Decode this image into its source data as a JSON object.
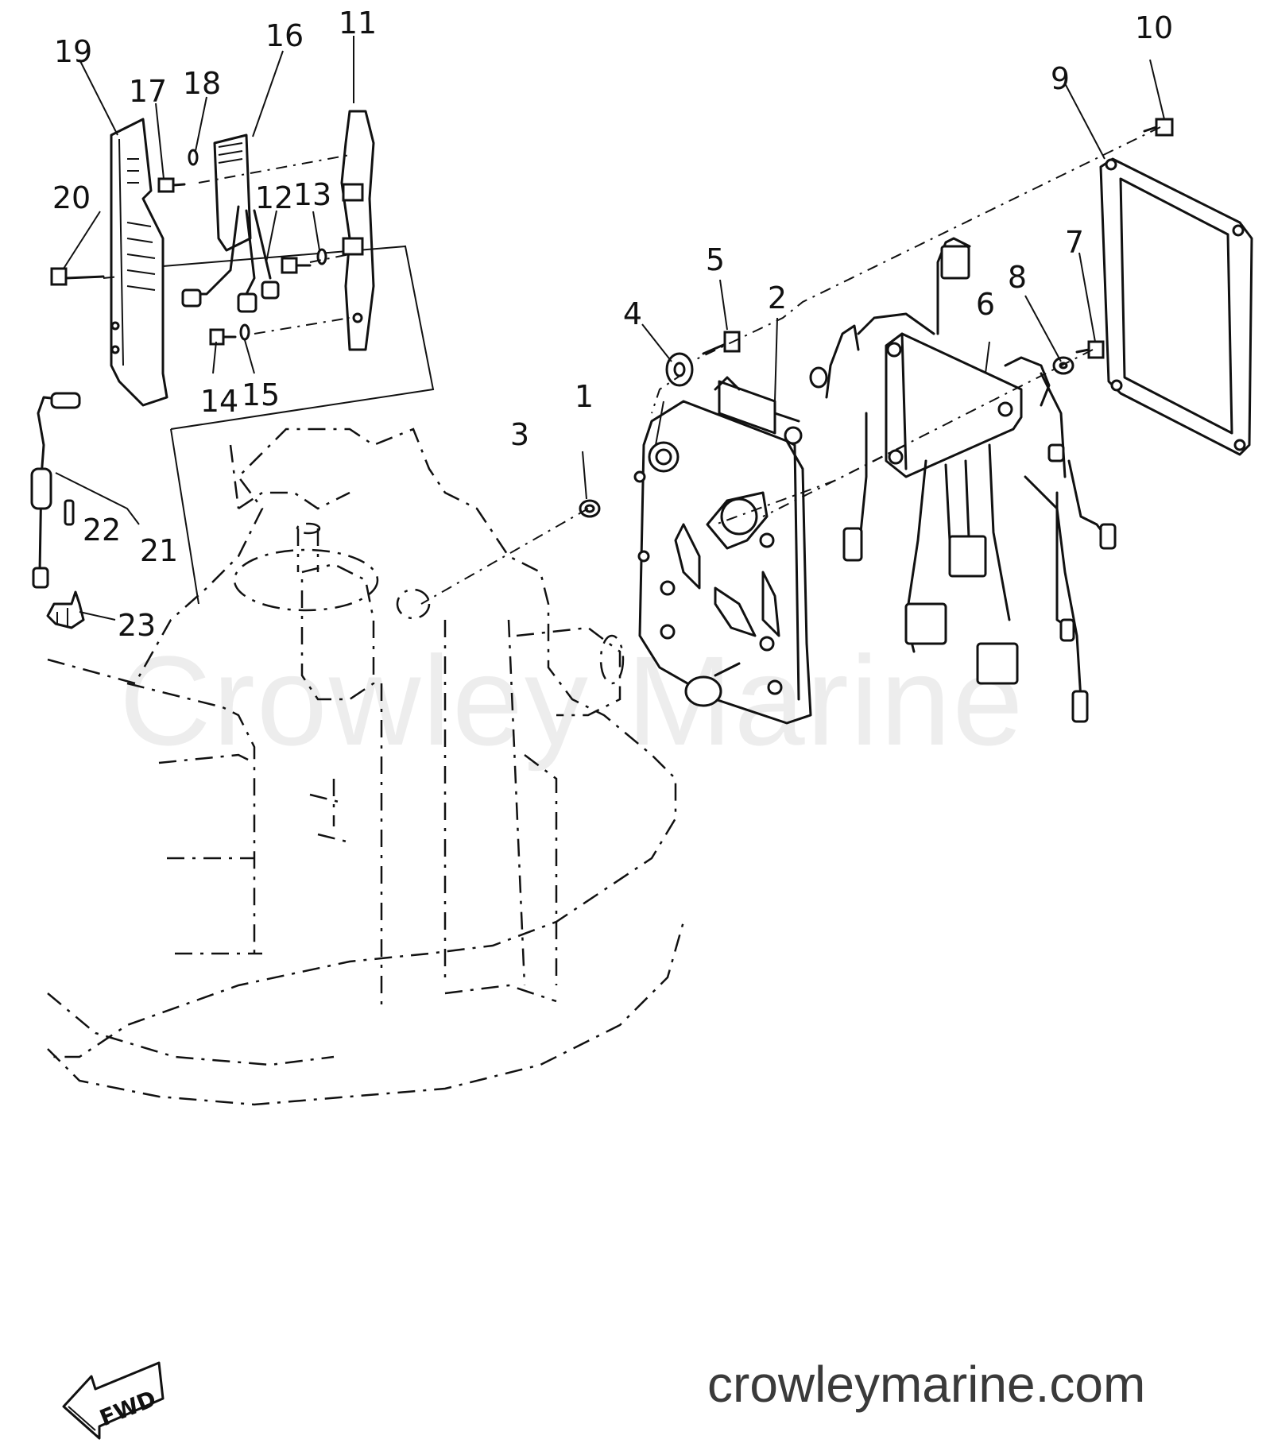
{
  "callouts": [
    {
      "id": "1",
      "text": "1"
    },
    {
      "id": "2",
      "text": "2"
    },
    {
      "id": "3",
      "text": "3"
    },
    {
      "id": "4",
      "text": "4"
    },
    {
      "id": "5",
      "text": "5"
    },
    {
      "id": "6",
      "text": "6"
    },
    {
      "id": "7",
      "text": "7"
    },
    {
      "id": "8",
      "text": "8"
    },
    {
      "id": "9",
      "text": "9"
    },
    {
      "id": "10",
      "text": "10"
    },
    {
      "id": "11",
      "text": "11"
    },
    {
      "id": "12",
      "text": "12"
    },
    {
      "id": "13",
      "text": "13"
    },
    {
      "id": "14",
      "text": "14"
    },
    {
      "id": "15",
      "text": "15"
    },
    {
      "id": "16",
      "text": "16"
    },
    {
      "id": "17",
      "text": "17"
    },
    {
      "id": "18",
      "text": "18"
    },
    {
      "id": "19",
      "text": "19"
    },
    {
      "id": "20",
      "text": "20"
    },
    {
      "id": "21",
      "text": "21"
    },
    {
      "id": "22",
      "text": "22"
    },
    {
      "id": "23",
      "text": "23"
    }
  ],
  "fwd_label": "FWD",
  "watermark": "Crowley Marine",
  "site_url": "crowleymarine.com",
  "colors": {
    "line": "#111111",
    "watermark": "#ededed",
    "url": "#3a3a3a"
  }
}
